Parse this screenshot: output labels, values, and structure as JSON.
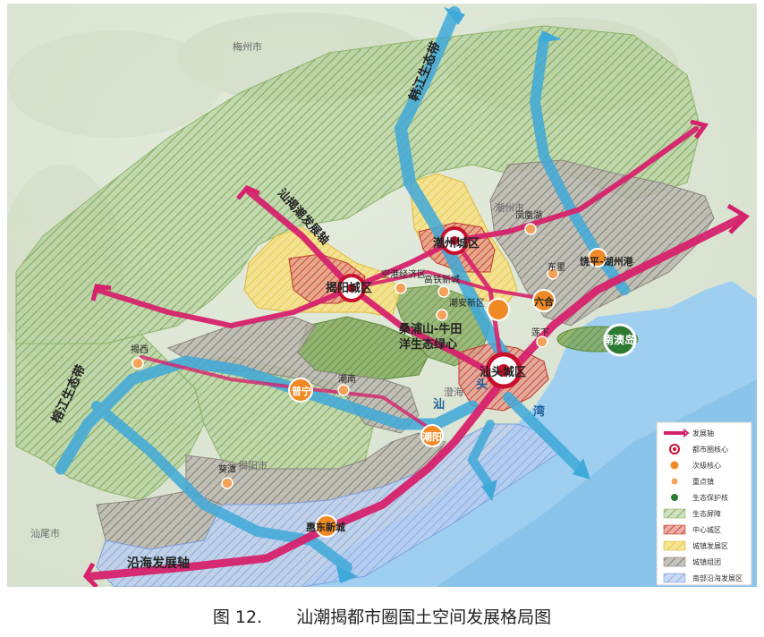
{
  "caption": {
    "fig_no": "图 12.",
    "title": "汕潮揭都市圈国土空间发展格局图"
  },
  "base_places": [
    "梅州市",
    "潮州市",
    "揭阳市",
    "汕尾市",
    "澄海",
    "饶平"
  ],
  "labels": {
    "hanjiang": "韩江生态带",
    "shanjie_axis": "汕揭潮发展轴",
    "lianjiang": "榕江生态带",
    "coastal_axis": "沿海发展轴",
    "chaozhou_city": "潮州城区",
    "jieyang_city": "揭阳城区",
    "shantou_city": "汕头城区",
    "airport_zone": "空港经济区",
    "hsr_town": "高铁新城",
    "chaoan_new": "潮安新区",
    "sangpu_1": "桑浦山-牛田",
    "sangpu_2": "洋生态绿心",
    "puning": "普宁",
    "chaonan_label": "潮南",
    "chaoyang": "潮阳",
    "huilai": "惠东新城",
    "jiexi": "揭西",
    "fenghuang": "凤凰湖",
    "dongli": "东里",
    "liuhe": "六合",
    "raoping": "饶平-湖州港",
    "lianxia": "莲下",
    "nanao": "南澳岛",
    "jielai": "葵潭",
    "bay_1": "汕",
    "bay_2": "头",
    "bay_3": "湾"
  },
  "legend": {
    "items": [
      {
        "label": "发展轴",
        "type": "axis"
      },
      {
        "label": "都市圈核心",
        "type": "core"
      },
      {
        "label": "次级核心",
        "type": "sub"
      },
      {
        "label": "重点镇",
        "type": "town"
      },
      {
        "label": "生态保护核",
        "type": "eco-core"
      },
      {
        "label": "生态屏障",
        "type": "eco-barrier"
      },
      {
        "label": "中心城区",
        "type": "center"
      },
      {
        "label": "城镇发展区",
        "type": "urban"
      },
      {
        "label": "城镇组团",
        "type": "cluster"
      },
      {
        "label": "南部沿海发展区",
        "type": "coastal"
      }
    ]
  },
  "colors": {
    "axis": "#d6226d",
    "core": "#c8102e",
    "sub": "#f08a24",
    "eco": "#6a9a3a",
    "urban": "#f2d24f",
    "cluster": "#8a8a8a",
    "coastal": "#7ea6e0",
    "river": "#3fa9d9"
  }
}
